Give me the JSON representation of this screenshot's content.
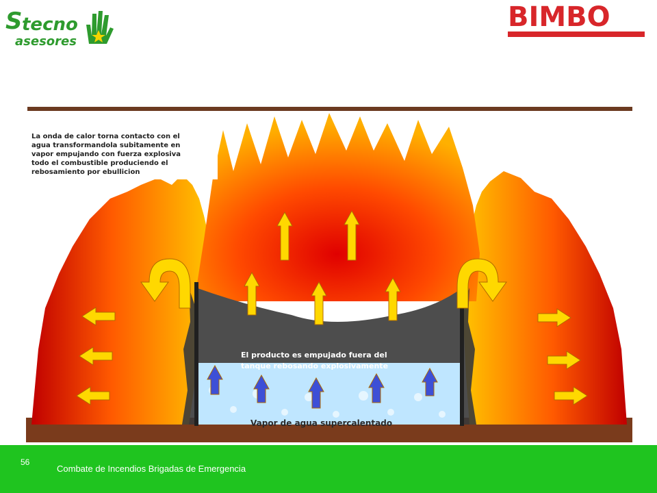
{
  "logo_left": {
    "line1": "tecno",
    "line2": "asesores",
    "mark": "S"
  },
  "logo_right": {
    "brand": "BIMBO"
  },
  "diagram": {
    "note_lines": [
      "La onda de calor torna contacto con el",
      "agua transformandola subitamente en",
      "vapor empujando con fuerza explosiva",
      "todo el combustible produciendo el",
      "rebosamiento por ebullicion"
    ],
    "product_lines": [
      "El producto es empujado fuera del",
      "tanque rebosando explosivamente"
    ],
    "steam_label": "Vapor de agua supercalentado",
    "colors": {
      "flame_outer": "#d40000",
      "flame_mid": "#ff6a00",
      "flame_inner": "#ffd000",
      "water": "#bfe6ff",
      "arrow_up": "#ffd800",
      "arrow_blue": "#3d4fd6",
      "ground": "#7a3b1c"
    }
  },
  "footer": {
    "page_number": "56",
    "text": "Combate de Incendios   Brigadas de Emergencia"
  }
}
